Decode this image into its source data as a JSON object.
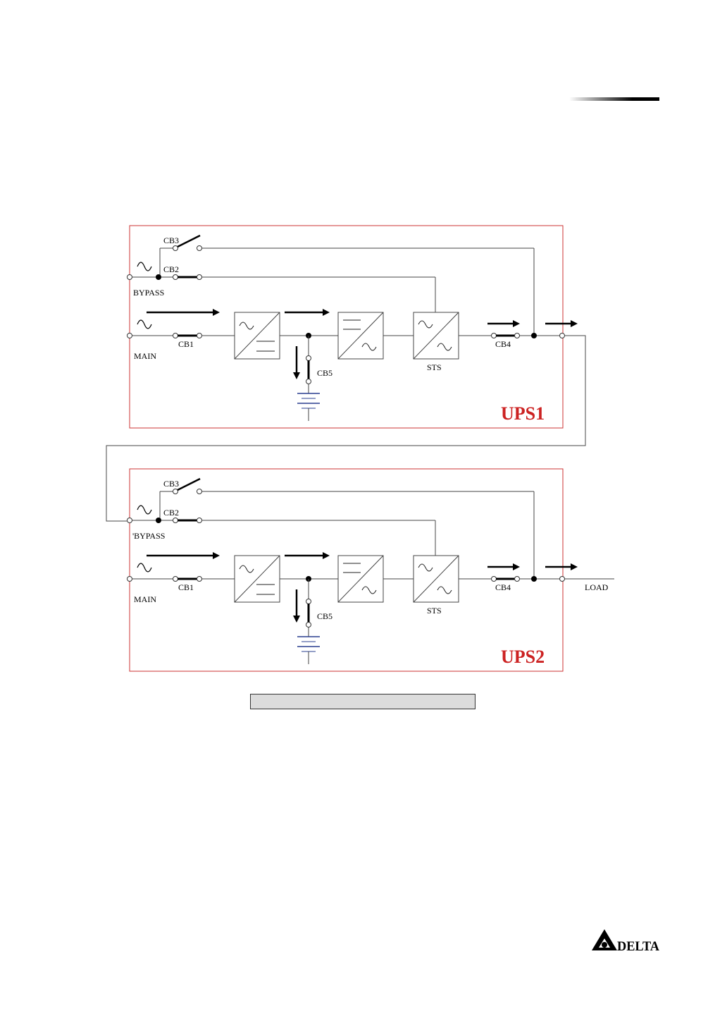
{
  "labels": {
    "cb1": "CB1",
    "cb2": "CB2",
    "cb3": "CB3",
    "cb4": "CB4",
    "cb5": "CB5",
    "bypass": "BYPASS",
    "bypass_ups2": "'BYPASS",
    "main": "MAIN",
    "sts": "STS",
    "load": "LOAD"
  },
  "units": [
    {
      "title": "UPS1"
    },
    {
      "title": "UPS2"
    }
  ],
  "logo": {
    "text": "DELTA"
  },
  "colors": {
    "unit_border": "#cc3333",
    "unit_title": "#cc2222",
    "battery": "#2a3f8f",
    "line": "#444444"
  },
  "icons": {
    "logo": "delta-triangle-logo",
    "ac": "sine-wave-icon",
    "battery": "battery-icon"
  }
}
